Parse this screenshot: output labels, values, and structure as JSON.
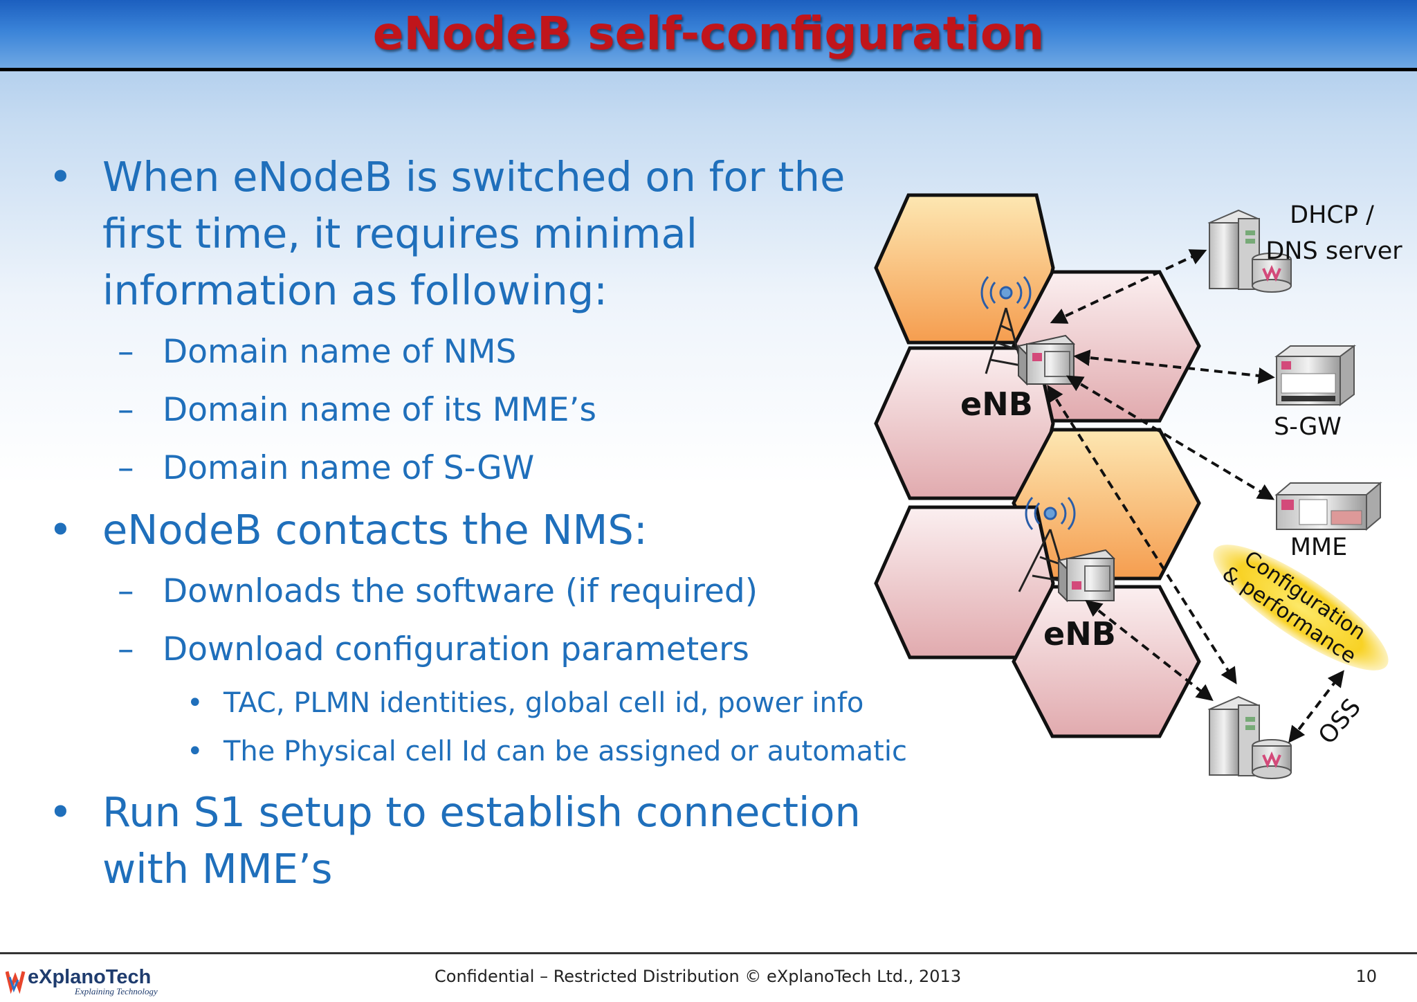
{
  "slide": {
    "title": "eNodeB self-configuration",
    "bullets": [
      {
        "marker": "•",
        "text": "When eNodeB is switched on for the first time, it requires minimal information as following:"
      },
      {
        "marker": "–",
        "text": "Domain name of NMS"
      },
      {
        "marker": "–",
        "text": "Domain name of its MME’s"
      },
      {
        "marker": "–",
        "text": "Domain name of S-GW"
      },
      {
        "marker": "•",
        "text": "eNodeB contacts the NMS:"
      },
      {
        "marker": "–",
        "text": "Downloads the software (if required)"
      },
      {
        "marker": "–",
        "text": "Download configuration parameters"
      },
      {
        "marker": "•",
        "text": "TAC, PLMN identities, global cell id, power info"
      },
      {
        "marker": "•",
        "text": "The Physical cell Id can be assigned or automatic"
      },
      {
        "marker": "•",
        "text": "Run S1 setup to establish connection with MME’s"
      }
    ]
  },
  "diagram": {
    "enb_label_1": "eNB",
    "enb_label_2": "eNB",
    "dhcp_line1": "DHCP /",
    "dhcp_line2": "DNS server",
    "sgw_label": "S-GW",
    "mme_label": "MME",
    "config_line1": "Configuration",
    "config_line2": "& performance",
    "oss_label": "OSS",
    "colors": {
      "hex_orange_top": "#fde7b2",
      "hex_orange_bottom": "#f59d4f",
      "hex_pink_top": "#fbeff0",
      "hex_pink_bottom": "#e1aaae",
      "config_ellipse": "#f8d225"
    }
  },
  "footer": {
    "logo_name": "eXplanoTech",
    "logo_tagline": "Explaining Technology",
    "confidential": "Confidential – Restricted Distribution © eXplanoTech Ltd., 2013",
    "page_number": "10"
  }
}
